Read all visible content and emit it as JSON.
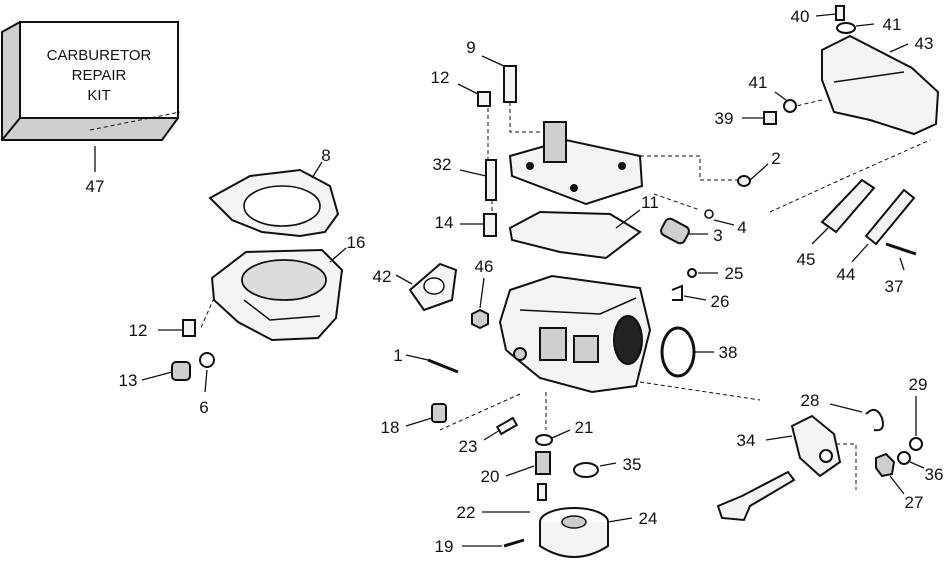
{
  "kit_box": {
    "lines": [
      "CARBURETOR",
      "REPAIR",
      "KIT"
    ],
    "ref": "47"
  },
  "callouts": [
    {
      "id": "c1",
      "label": "1"
    },
    {
      "id": "c2",
      "label": "2"
    },
    {
      "id": "c3",
      "label": "3"
    },
    {
      "id": "c4",
      "label": "4"
    },
    {
      "id": "c6",
      "label": "6"
    },
    {
      "id": "c8",
      "label": "8"
    },
    {
      "id": "c9",
      "label": "9"
    },
    {
      "id": "c11",
      "label": "11"
    },
    {
      "id": "c12a",
      "label": "12"
    },
    {
      "id": "c12b",
      "label": "12"
    },
    {
      "id": "c13",
      "label": "13"
    },
    {
      "id": "c14",
      "label": "14"
    },
    {
      "id": "c16",
      "label": "16"
    },
    {
      "id": "c18",
      "label": "18"
    },
    {
      "id": "c19",
      "label": "19"
    },
    {
      "id": "c20",
      "label": "20"
    },
    {
      "id": "c21",
      "label": "21"
    },
    {
      "id": "c22",
      "label": "22"
    },
    {
      "id": "c23",
      "label": "23"
    },
    {
      "id": "c24",
      "label": "24"
    },
    {
      "id": "c25",
      "label": "25"
    },
    {
      "id": "c26",
      "label": "26"
    },
    {
      "id": "c27",
      "label": "27"
    },
    {
      "id": "c28",
      "label": "28"
    },
    {
      "id": "c29",
      "label": "29"
    },
    {
      "id": "c32",
      "label": "32"
    },
    {
      "id": "c34",
      "label": "34"
    },
    {
      "id": "c35",
      "label": "35"
    },
    {
      "id": "c36",
      "label": "36"
    },
    {
      "id": "c37",
      "label": "37"
    },
    {
      "id": "c38",
      "label": "38"
    },
    {
      "id": "c39",
      "label": "39"
    },
    {
      "id": "c40",
      "label": "40"
    },
    {
      "id": "c41a",
      "label": "41"
    },
    {
      "id": "c41b",
      "label": "41"
    },
    {
      "id": "c42",
      "label": "42"
    },
    {
      "id": "c43",
      "label": "43"
    },
    {
      "id": "c44",
      "label": "44"
    },
    {
      "id": "c45",
      "label": "45"
    },
    {
      "id": "c46",
      "label": "46"
    }
  ]
}
